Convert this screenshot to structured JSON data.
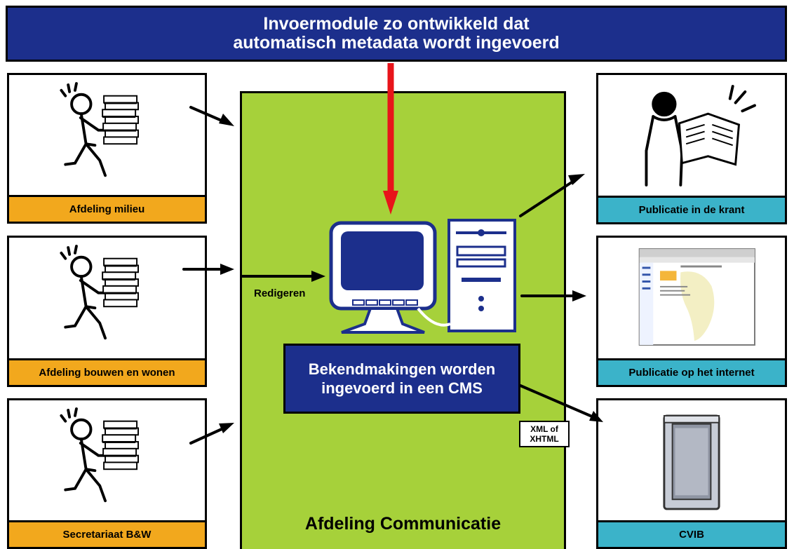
{
  "banner": {
    "line1": "Invoermodule zo ontwikkeld dat",
    "line2": "automatisch metadata wordt ingevoerd"
  },
  "departments": [
    {
      "label": "Afdeling milieu",
      "icon": "running-clerk-with-papers-icon"
    },
    {
      "label": "Afdeling bouwen en wonen",
      "icon": "running-clerk-with-papers-icon"
    },
    {
      "label": "Secretariaat B&W",
      "icon": "running-clerk-with-papers-icon"
    }
  ],
  "center": {
    "title": "Afdeling Communicatie",
    "edit_label": "Redigeren",
    "cms_line1": "Bekendmakingen worden",
    "cms_line2": "ingevoerd in een CMS",
    "format_line1": "XML of",
    "format_line2": "XHTML"
  },
  "outputs": [
    {
      "label": "Publicatie in de krant",
      "icon": "newspaper-reader-icon"
    },
    {
      "label": "Publicatie op het internet",
      "icon": "website-screenshot-icon"
    },
    {
      "label": "CVIB",
      "icon": "server-icon"
    }
  ],
  "colors": {
    "banner": "#1c2f8c",
    "green_area": "#a6d13a",
    "department_label": "#f2a81d",
    "output_label": "#3bb3c9",
    "red_arrow": "#e8141a"
  }
}
